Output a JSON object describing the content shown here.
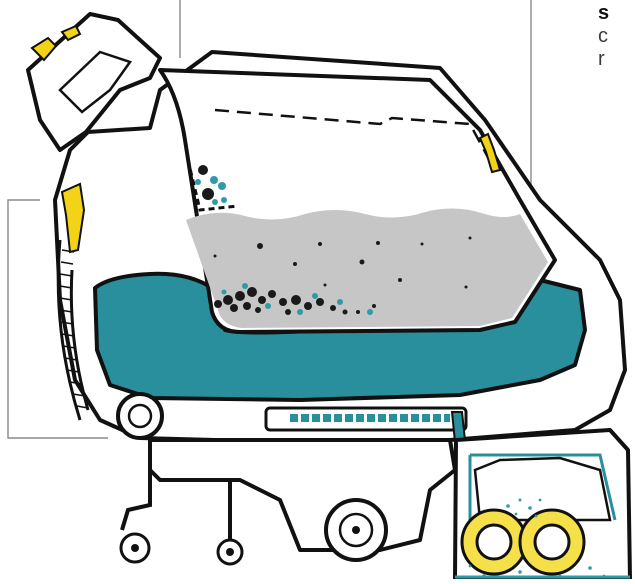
{
  "caption": {
    "line1": "s",
    "line2": "c",
    "line3": "r"
  },
  "colors": {
    "clean_water": "#2a8f9c",
    "dirty_water": "#c6c6c6",
    "accent_yellow": "#f2d318",
    "brush_bristle": "#f5e04a",
    "outline": "#111111",
    "leader_line": "#8a8a8a",
    "debris_teal": "#2f9aa8",
    "debris_dark": "#1a1a1a"
  },
  "parts": {
    "solution_tank": "clean-water-tank",
    "recovery_tank": "dirty-water-tank",
    "brushes": "cylindrical-scrub-brushes",
    "handle": "operator-handle",
    "wheels": "transport-wheels",
    "caster": "front-caster"
  }
}
